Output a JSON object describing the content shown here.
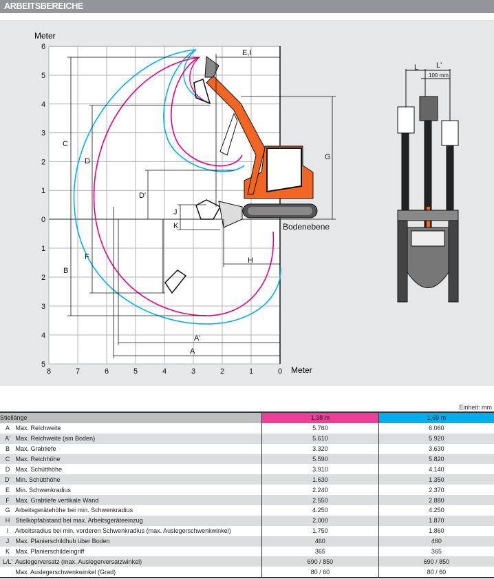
{
  "header": {
    "title": "ARBEITSBEREICHE"
  },
  "diagram": {
    "y_axis_label": "Meter",
    "x_axis_label": "Meter",
    "y_ticks_up": [
      "6",
      "5",
      "4",
      "3",
      "2",
      "1",
      "0"
    ],
    "y_ticks_down": [
      "1",
      "2",
      "3",
      "4",
      "5"
    ],
    "x_ticks": [
      "8",
      "7",
      "6",
      "5",
      "4",
      "3",
      "2",
      "1",
      "0"
    ],
    "ground_label": "Bodenebene",
    "dim_labels": {
      "A": "A",
      "A_prime": "A'",
      "B": "B",
      "C": "C",
      "D": "D",
      "D_prime": "D'",
      "E_I": "E,I",
      "F": "F",
      "G": "G",
      "H": "H",
      "J": "J",
      "K": "K",
      "L": "L",
      "L_prime": "L'"
    },
    "offset_label": "100 mm",
    "colors": {
      "arm_138": "#e6007e",
      "arm_169": "#00aeef",
      "machine": "#f26522"
    }
  },
  "table": {
    "unit": "Einheit: mm",
    "header": {
      "label": "Stiellänge",
      "col1": "1,38 m",
      "col2": "1,69 m"
    },
    "rows": [
      {
        "code": "A",
        "label": "Max. Reichweite",
        "v1": "5.760",
        "v2": "6.060"
      },
      {
        "code": "A'",
        "label": "Max. Reichweite (am Boden)",
        "v1": "5.610",
        "v2": "5.920"
      },
      {
        "code": "B",
        "label": "Max. Grabtiefe",
        "v1": "3.320",
        "v2": "3.630"
      },
      {
        "code": "C",
        "label": "Max. Reichhöhe",
        "v1": "5.590",
        "v2": "5.820"
      },
      {
        "code": "D",
        "label": "Max. Schütthöhe",
        "v1": "3.910",
        "v2": "4.140"
      },
      {
        "code": "D'",
        "label": "Min. Schütthöhe",
        "v1": "1.630",
        "v2": "1.350"
      },
      {
        "code": "E",
        "label": "Min. Schwenkradius",
        "v1": "2.240",
        "v2": "2.370"
      },
      {
        "code": "F",
        "label": "Max. Grabtiefe vertikale Wand",
        "v1": "2.550",
        "v2": "2.880"
      },
      {
        "code": "G",
        "label": "Arbeitsgerätehöhe bei min. Schwenkradius",
        "v1": "4.250",
        "v2": "4.250"
      },
      {
        "code": "H",
        "label": "Stielkopfabstand bei max. Arbeitsgeräteeinzug",
        "v1": "2.000",
        "v2": "1.870"
      },
      {
        "code": "I",
        "label": "Arbeitsradius bei min. vorderen Schwenkradius (max. Auslegerschwenkwinkel)",
        "v1": "1.750",
        "v2": "1.860"
      },
      {
        "code": "J",
        "label": "Max. Planierschildhub über Boden",
        "v1": "460",
        "v2": "460"
      },
      {
        "code": "K",
        "label": "Max. Planierschildeingriff",
        "v1": "365",
        "v2": "365"
      },
      {
        "code": "L/L'",
        "label": "Auslegerversatz (max. Auslegerversatzwinkel)",
        "v1": "690 / 850",
        "v2": "690 / 850"
      },
      {
        "code": "",
        "label": "Max. Auslegerschwenkwinkel (Grad)",
        "v1": "80 / 60",
        "v2": "80 / 60"
      }
    ]
  }
}
